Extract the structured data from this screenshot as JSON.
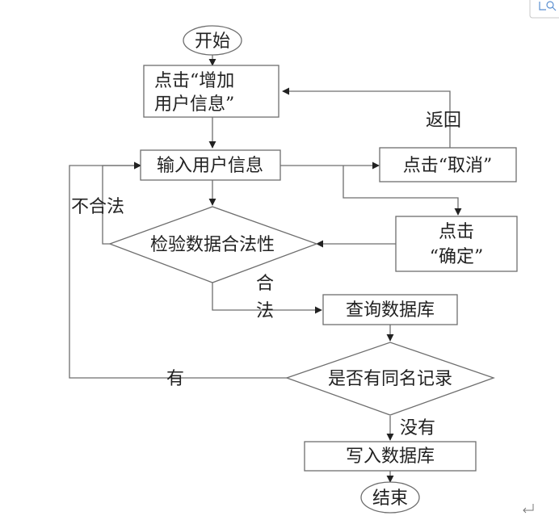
{
  "nodes": {
    "start": "开始",
    "add_user_line1": "点击“增加",
    "add_user_line2": "用户信息”",
    "input_info": "输入用户信息",
    "click_cancel": "点击“取消”",
    "click_confirm_line1": "点击",
    "click_confirm_line2": "“确定”",
    "validate": "检验数据合法性",
    "query_db": "查询数据库",
    "same_name": "是否有同名记录",
    "write_db": "写入数据库",
    "end": "结束"
  },
  "edges": {
    "return": "返回",
    "invalid": "不合法",
    "valid_line1": "合",
    "valid_line2": "法",
    "has": "有",
    "none": "没有"
  },
  "colors": {
    "line": "#6e6e6e",
    "text": "#222222",
    "background": "#ffffff"
  },
  "decor": {
    "corner_icon": "search-window-icon",
    "paragraph_mark": "return-arrow-icon"
  }
}
